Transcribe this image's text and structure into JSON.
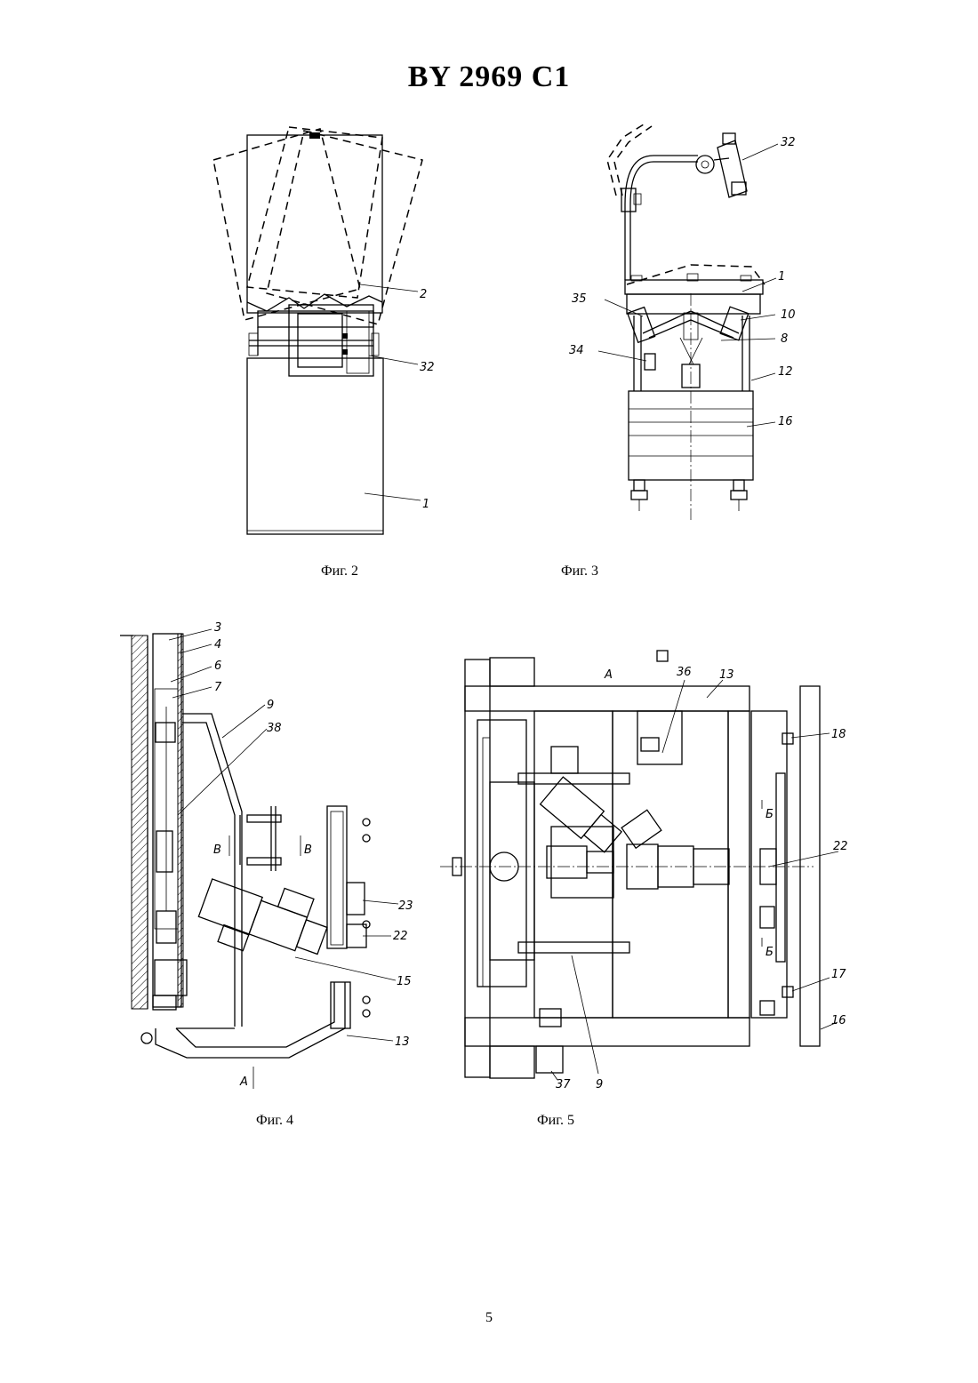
{
  "document": {
    "title": "BY 2969 C1",
    "page_number": "5"
  },
  "figures": {
    "fig2": {
      "caption": "Фиг. 2",
      "labels": {
        "l2": "2",
        "l32": "32",
        "l1": "1"
      }
    },
    "fig3": {
      "caption": "Фиг. 3",
      "labels": {
        "l32": "32",
        "l1": "1",
        "l35": "35",
        "l10": "10",
        "l8": "8",
        "l34": "34",
        "l12": "12",
        "l16": "16"
      }
    },
    "fig4": {
      "caption": "Фиг. 4",
      "labels": {
        "l3": "3",
        "l4": "4",
        "l6": "6",
        "l7": "7",
        "l9": "9",
        "l38": "38",
        "lB1": "B",
        "lB2": "B",
        "l23": "23",
        "l22": "22",
        "l15": "15",
        "l13": "13",
        "lA": "A"
      }
    },
    "fig5": {
      "caption": "Фиг. 5",
      "labels": {
        "lA": "A",
        "l36": "36",
        "l13": "13",
        "l18": "18",
        "l22": "22",
        "l17": "17",
        "l16": "16",
        "l37": "37",
        "l9": "9",
        "lb1": "Б",
        "lb2": "Б"
      }
    }
  }
}
